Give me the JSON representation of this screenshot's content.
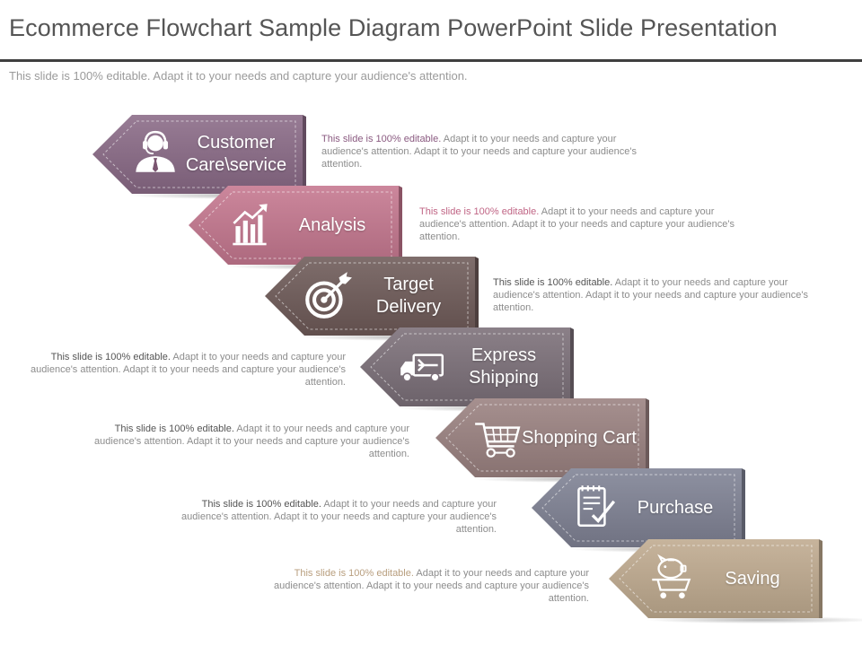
{
  "header": {
    "title": "Ecommerce Flowchart Sample Diagram PowerPoint Slide Presentation",
    "subtitle": "This slide is 100% editable.  Adapt it to your needs and capture your audience's attention."
  },
  "steps": [
    {
      "label": "Customer Care\\service",
      "icon": "headset-agent-icon",
      "color": "#8a6a86",
      "desc_lead": "This slide is 100% editable.",
      "desc_lead_color": "#8a5a80",
      "desc_body": " Adapt it to your needs and capture your audience's attention. Adapt it to your needs and capture your audience's attention."
    },
    {
      "label": "Analysis",
      "icon": "growth-chart-icon",
      "color": "#c5778f",
      "desc_lead": "This slide is 100% editable.",
      "desc_lead_color": "#c06585",
      "desc_body": " Adapt it to your needs and capture your audience's attention. Adapt it to your needs and capture your audience's attention."
    },
    {
      "label": "Target Delivery",
      "icon": "target-arrow-icon",
      "color": "#6e5a58",
      "desc_lead": "This slide is 100% editable.",
      "desc_lead_color": "#555555",
      "desc_body": " Adapt it to your needs and capture your audience's attention. Adapt it to your needs and capture your audience's attention."
    },
    {
      "label": "Express Shipping",
      "icon": "delivery-truck-icon",
      "color": "#7b6f78",
      "desc_lead": "This slide is 100% editable.",
      "desc_lead_color": "#555555",
      "desc_body": " Adapt it to your needs and capture your audience's attention. Adapt it to your needs and capture your audience's attention."
    },
    {
      "label": "Shopping Cart",
      "icon": "shopping-cart-icon",
      "color": "#9a8180",
      "desc_lead": "This slide is 100% editable.",
      "desc_lead_color": "#555555",
      "desc_body": " Adapt it to your needs and capture your audience's attention. Adapt it to your needs and capture your audience's attention."
    },
    {
      "label": "Purchase",
      "icon": "checklist-clipboard-icon",
      "color": "#7f8294",
      "desc_lead": "This slide is 100% editable.",
      "desc_lead_color": "#555555",
      "desc_body": " Adapt it to your needs and capture your audience's attention. Adapt it to your needs and capture your audience's attention."
    },
    {
      "label": "Saving",
      "icon": "piggy-bank-cart-icon",
      "color": "#bfaa8f",
      "desc_lead": "This slide is 100% editable.",
      "desc_lead_color": "#b89e7e",
      "desc_body": " Adapt it to your needs and capture your audience's attention. Adapt it to your needs and capture your audience's attention."
    }
  ]
}
